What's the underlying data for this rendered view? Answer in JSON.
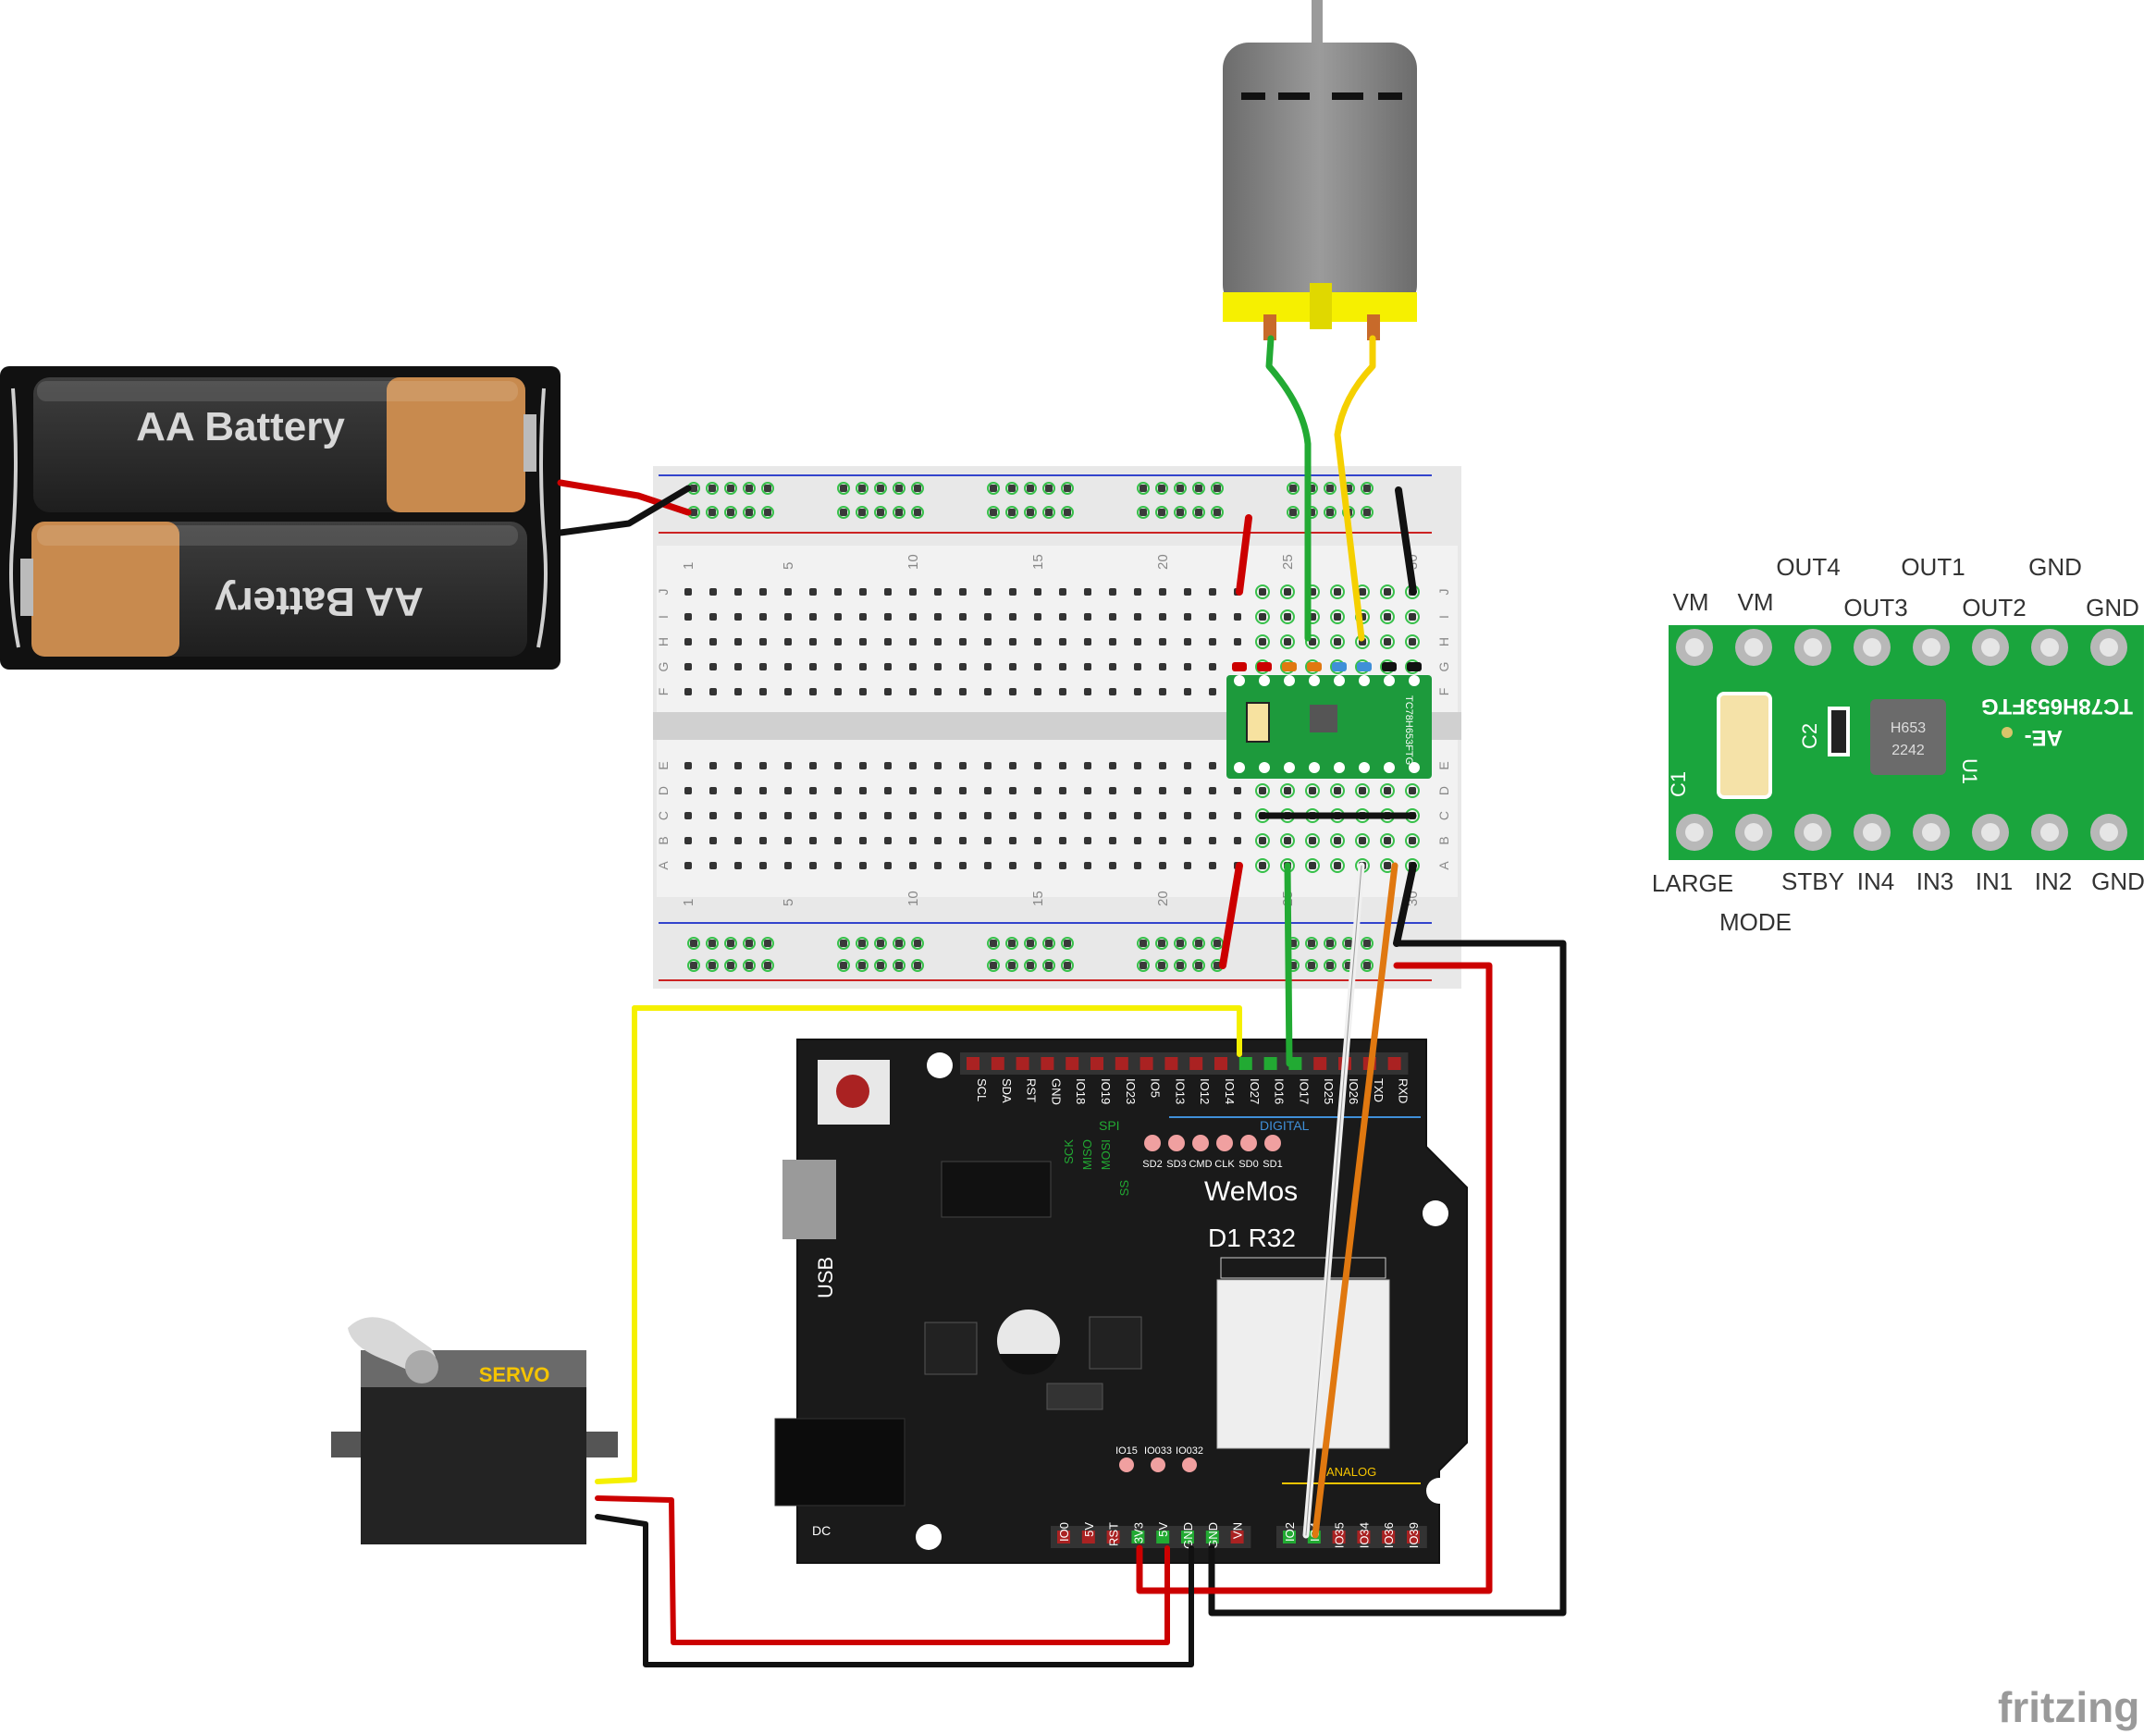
{
  "battery": {
    "top_label": "AA Battery",
    "bottom_label": "AA Battery"
  },
  "breadboard": {
    "column_numbers": [
      "1",
      "5",
      "10",
      "15",
      "20",
      "25",
      "30"
    ],
    "row_letters_top": [
      "J",
      "I",
      "H",
      "G",
      "F"
    ],
    "row_letters_bottom": [
      "E",
      "D",
      "C",
      "B",
      "A"
    ]
  },
  "driver_chip": {
    "marking": "TC78H653FTG",
    "sub_marking": "AE-"
  },
  "board": {
    "brand": "WeMos",
    "model": "D1 R32",
    "usb_label": "USB",
    "dc_label": "DC",
    "digital_label": "DIGITAL",
    "analog_label": "ANALOG",
    "spi_label": "SPI",
    "spi_pins": [
      "SCK",
      "MISO",
      "MOSI",
      "SS"
    ],
    "top_header": [
      "SCL",
      "SDA",
      "RST",
      "GND",
      "IO18",
      "IO19",
      "IO23",
      "IO5",
      "IO13",
      "IO12",
      "IO14",
      "IO27",
      "IO16",
      "IO17",
      "IO25",
      "IO26",
      "TXD",
      "RXD"
    ],
    "sd_pins": [
      "SD2",
      "SD3",
      "CMD",
      "CLK",
      "SD0",
      "SD1"
    ],
    "mid_pins": [
      "IO15",
      "IO033",
      "IO032"
    ],
    "power_header": [
      "IO0",
      "5V",
      "RST",
      "3V3",
      "5V",
      "GND",
      "GND",
      "VN"
    ],
    "analog_header": [
      "IO2",
      "IO4",
      "IO35",
      "IO34",
      "IO36",
      "IO39"
    ]
  },
  "servo": {
    "label": "SERVO"
  },
  "module": {
    "top_labels_row1": [
      "OUT4",
      "OUT1",
      "GND"
    ],
    "top_labels_row2": [
      "VM",
      "VM",
      "OUT3",
      "OUT2",
      "GND"
    ],
    "bottom_labels": [
      "LARGE",
      "STBY",
      "IN4",
      "IN3",
      "IN1",
      "IN2",
      "GND"
    ],
    "bottom_labels_row2": [
      "MODE"
    ],
    "chip_marking": "H653",
    "chip_code": "2242",
    "silk_c1": "C1",
    "silk_c2": "C2",
    "silk_u1": "U1",
    "silk_name": "TC78H653FTG",
    "silk_ae": "AE-"
  },
  "watermark": "fritzing",
  "colors": {
    "wire_red": "#cc0000",
    "wire_black": "#111111",
    "wire_green": "#22aa33",
    "wire_yellow": "#f5d000",
    "wire_orange": "#e07810",
    "wire_white": "#f0f0f0",
    "board_black": "#1a1a1a",
    "pcb_green": "#1a9e3a",
    "motor_yellow": "#f6f000"
  }
}
